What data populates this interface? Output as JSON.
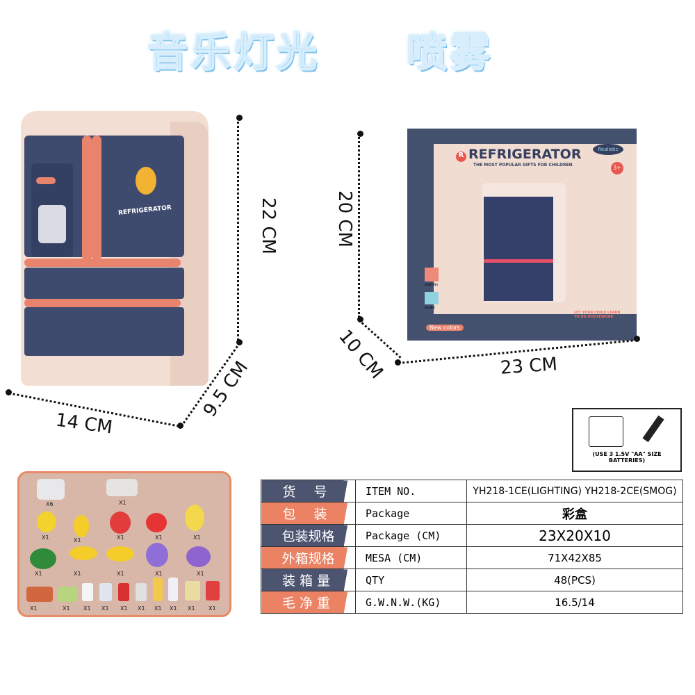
{
  "title": {
    "left": "音乐灯光",
    "right": "喷雾"
  },
  "dimensions": {
    "product_height": "22 CM",
    "product_width": "14 CM",
    "product_depth": "9.5 CM",
    "box_height": "20 CM",
    "box_depth": "10 CM",
    "box_width": "23 CM"
  },
  "fridge": {
    "sticker_text": "REFRIGERATOR"
  },
  "box": {
    "brand_icon": "r-circle-icon",
    "title": "REFRIGERATOR",
    "subtitle": "THE MOST POPULAR GIFTS FOR CHILDREN",
    "badge": "Realistic",
    "age": "3+",
    "feature1": "LIGHTING",
    "feature2": "SOUND",
    "slogan": "LET YOUR CHILD LEARN TO DO HOUSEWORK",
    "new_colors": "New colors"
  },
  "battery": {
    "note": "(USE 3  1.5V \"AA\" SIZE BATTERIES)"
  },
  "accessories": {
    "row1": [
      "X6",
      "X1"
    ],
    "row2": [
      "X1",
      "X1",
      "X1",
      "X1",
      "X1"
    ],
    "row3": [
      "X1",
      "X1",
      "X1",
      "X1",
      "X1"
    ],
    "row4": [
      "X1",
      "X1",
      "X1",
      "X1",
      "X1",
      "X1",
      "X1",
      "X1",
      "X1",
      "X1"
    ]
  },
  "table": {
    "rows": [
      {
        "cn": "货 号",
        "en": "ITEM NO.",
        "value": "YH218-1CE(LIGHTING) YH218-2CE(SMOG)"
      },
      {
        "cn": "包 装",
        "en": "Package",
        "value": "彩盒"
      },
      {
        "cn": "包装规格",
        "en": "Package (CM)",
        "value": "23X20X10"
      },
      {
        "cn": "外箱规格",
        "en": "MESA  (CM)",
        "value": "71X42X85"
      },
      {
        "cn": "装箱量",
        "en": "QTY",
        "value": "48(PCS)"
      },
      {
        "cn": "毛净重",
        "en": "G.W.N.W.(KG)",
        "value": "16.5/14"
      }
    ]
  },
  "colors": {
    "navy": "#3f4b6e",
    "coral": "#e8836d",
    "header_dark": "#4c5470",
    "header_orange": "#ea8263"
  }
}
